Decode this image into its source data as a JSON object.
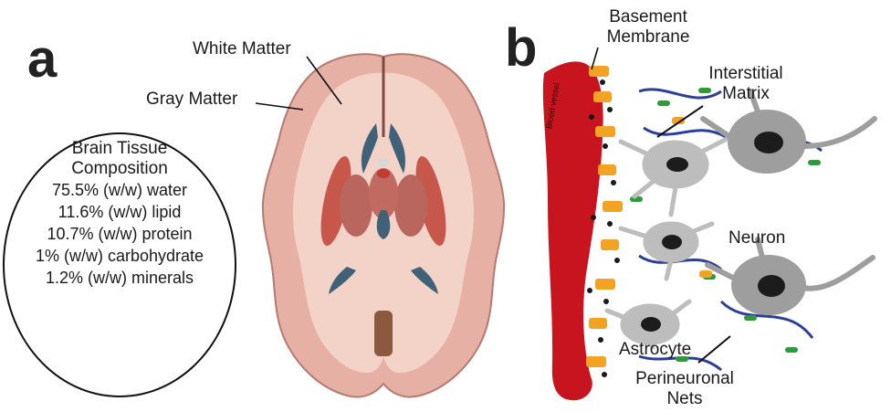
{
  "panels": {
    "a": "a",
    "b": "b"
  },
  "panel_a": {
    "labels": {
      "white_matter": "White Matter",
      "gray_matter": "Gray Matter"
    },
    "composition": {
      "title_line1": "Brain Tissue",
      "title_line2": "Composition",
      "rows": [
        "75.5% (w/w) water",
        "11.6% (w/w) lipid",
        "10.7% (w/w) protein",
        "1% (w/w) carbohydrate",
        "1.2% (w/w) minerals"
      ]
    }
  },
  "panel_b": {
    "labels": {
      "basement_line1": "Basement",
      "basement_line2": "Membrane",
      "interstitial_line1": "Interstitial",
      "interstitial_line2": "Matrix",
      "neuron": "Neuron",
      "astrocyte": "Astrocyte",
      "perineuronal_line1": "Perineuronal",
      "perineuronal_line2": "Nets",
      "blood_vessel": "Blood vessel"
    }
  },
  "colors": {
    "brain_pink": "#e8b4a8",
    "brain_red": "#c46a5e",
    "ventricle_blue": "#4d6f86",
    "vessel_red": "#c8141e",
    "cell_grey": "#bdbdbd",
    "nucleus": "#1c1c1c",
    "fiber_blue": "#2b3f9a",
    "protein_green": "#2f9a3a",
    "matrix_orange": "#f2a324"
  }
}
